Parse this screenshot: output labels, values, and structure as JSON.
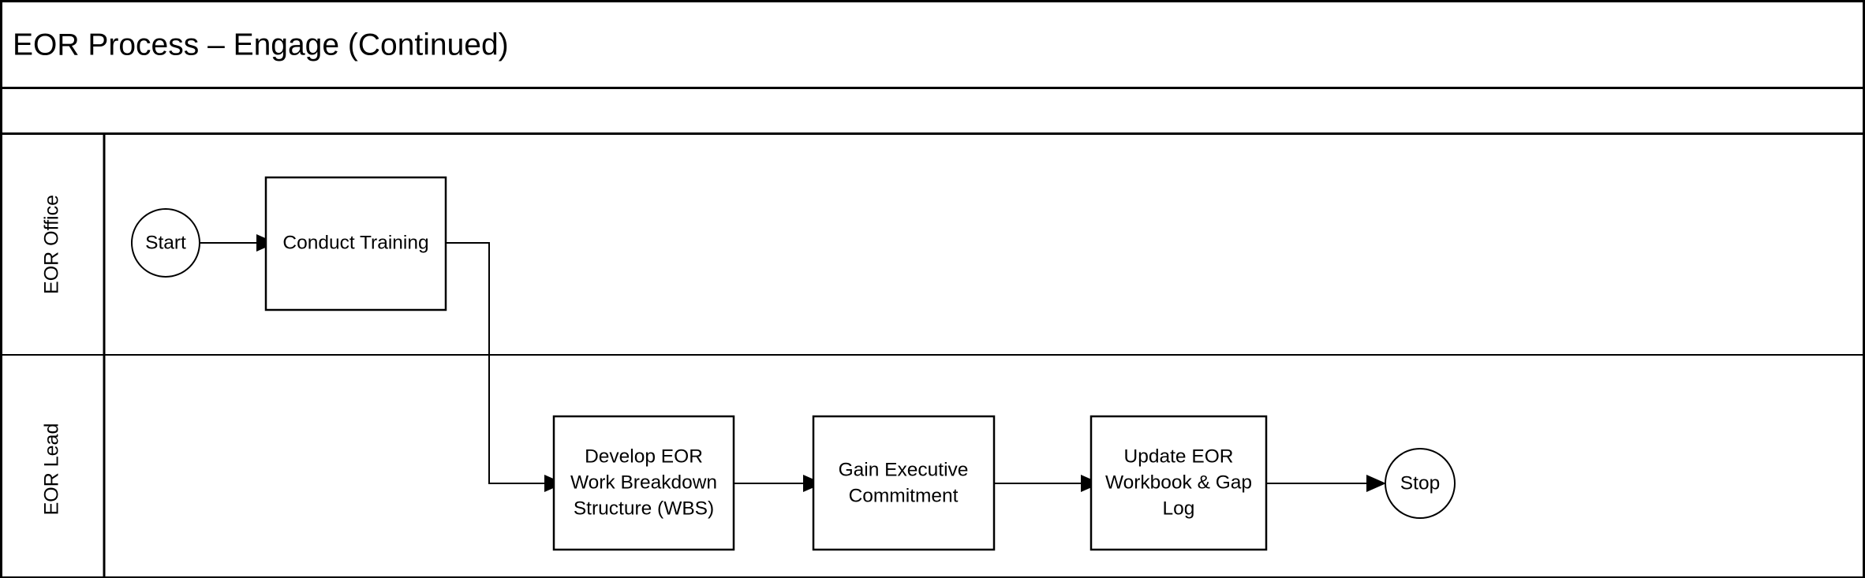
{
  "diagram": {
    "type": "swimlane-flowchart",
    "title": "EOR Process – Engage (Continued)",
    "background_color": "#ffffff",
    "line_color": "#000000",
    "lanes": [
      {
        "id": "eor-office",
        "label": "EOR Office"
      },
      {
        "id": "eor-lead",
        "label": "EOR Lead"
      }
    ],
    "nodes": [
      {
        "id": "start",
        "shape": "circle",
        "lane": "eor-office",
        "label": "Start"
      },
      {
        "id": "conduct-training",
        "shape": "rectangle",
        "lane": "eor-office",
        "label": "Conduct Training",
        "lines": [
          "Conduct Training"
        ]
      },
      {
        "id": "develop-eor-wbs",
        "shape": "rectangle",
        "lane": "eor-lead",
        "label": "Develop EOR Work Breakdown Structure (WBS)",
        "lines": [
          "Develop EOR",
          "Work Breakdown",
          "Structure (WBS)"
        ]
      },
      {
        "id": "gain-executive-commitment",
        "shape": "rectangle",
        "lane": "eor-lead",
        "label": "Gain Executive Commitment",
        "lines": [
          "Gain Executive",
          "Commitment"
        ]
      },
      {
        "id": "update-eor-workbook",
        "shape": "rectangle",
        "lane": "eor-lead",
        "label": "Update EOR Workbook & Gap Log",
        "lines": [
          "Update EOR",
          "Workbook & Gap",
          "Log"
        ]
      },
      {
        "id": "stop",
        "shape": "circle",
        "lane": "eor-lead",
        "label": "Stop"
      }
    ],
    "edges": [
      {
        "id": "e1",
        "from": "start",
        "to": "conduct-training",
        "label": ""
      },
      {
        "id": "e2",
        "from": "conduct-training",
        "to": "develop-eor-wbs",
        "label": ""
      },
      {
        "id": "e3",
        "from": "develop-eor-wbs",
        "to": "gain-executive-commitment",
        "label": ""
      },
      {
        "id": "e4",
        "from": "gain-executive-commitment",
        "to": "update-eor-workbook",
        "label": ""
      },
      {
        "id": "e5",
        "from": "update-eor-workbook",
        "to": "stop",
        "label": ""
      }
    ]
  }
}
